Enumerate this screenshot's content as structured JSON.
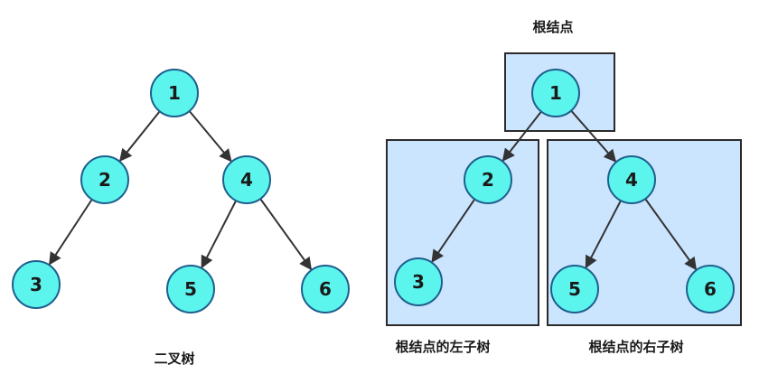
{
  "colors": {
    "node_fill": "#5cf5ee",
    "node_stroke": "#1e5f8c",
    "region_fill": "#cce5ff",
    "region_stroke": "#2b2b2b",
    "edge": "#333333"
  },
  "left_tree": {
    "caption": "二叉树",
    "nodes": [
      "1",
      "2",
      "4",
      "3",
      "5",
      "6"
    ]
  },
  "right_tree": {
    "root_caption": "根结点",
    "left_subtree_caption": "根结点的左子树",
    "right_subtree_caption": "根结点的右子树",
    "nodes": [
      "1",
      "2",
      "4",
      "3",
      "5",
      "6"
    ]
  },
  "edges": [
    [
      "1",
      "2"
    ],
    [
      "1",
      "4"
    ],
    [
      "2",
      "3"
    ],
    [
      "4",
      "5"
    ],
    [
      "4",
      "6"
    ]
  ]
}
